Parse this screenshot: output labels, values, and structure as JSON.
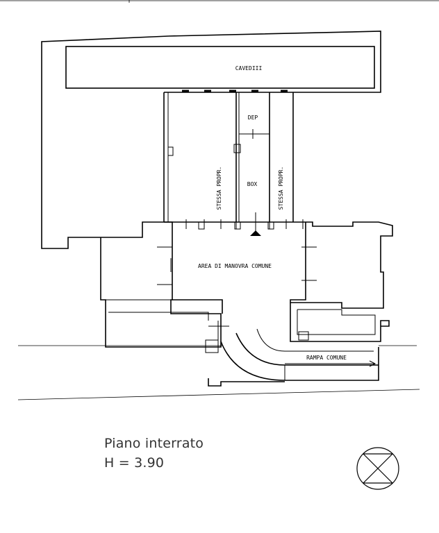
{
  "plan": {
    "labels": {
      "cavedio": "CAVEDIII",
      "dep": "DEP",
      "box": "BOX",
      "stessa_propr_left": "STESSA PROPR.",
      "stessa_propr_right": "STESSA PROPR.",
      "area_manovra": "AREA DI MANOVRA COMUNE",
      "rampa": "RAMPA COMUNE"
    },
    "caption": {
      "title": "Piano interrato",
      "height": "H = 3.90"
    },
    "north_symbol": "north-arrow-icon"
  }
}
